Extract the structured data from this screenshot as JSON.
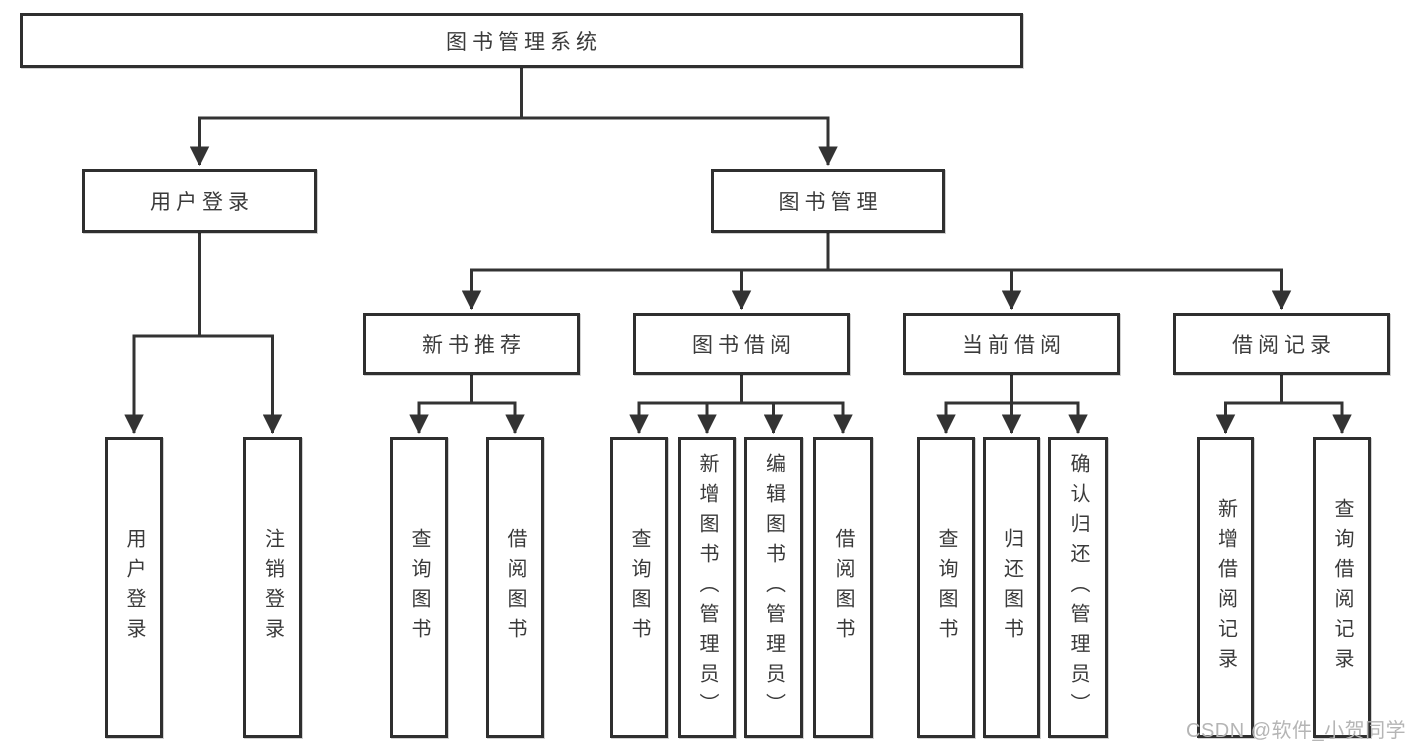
{
  "diagram": {
    "root": {
      "label": "图书管理系统"
    },
    "user_login": {
      "label": "用户登录",
      "children": [
        {
          "label": "用户登录"
        },
        {
          "label": "注销登录"
        }
      ]
    },
    "book_mgmt": {
      "label": "图书管理",
      "children": [
        {
          "label": "新书推荐",
          "children": [
            {
              "label": "查询图书"
            },
            {
              "label": "借阅图书"
            }
          ]
        },
        {
          "label": "图书借阅",
          "children": [
            {
              "label": "查询图书"
            },
            {
              "label": "新增图书（管理员）"
            },
            {
              "label": "编辑图书（管理员）"
            },
            {
              "label": "借阅图书"
            }
          ]
        },
        {
          "label": "当前借阅",
          "children": [
            {
              "label": "查询图书"
            },
            {
              "label": "归还图书"
            },
            {
              "label": "确认归还（管理员）"
            }
          ]
        },
        {
          "label": "借阅记录",
          "children": [
            {
              "label": "新增借阅记录"
            },
            {
              "label": "查询借阅记录"
            }
          ]
        }
      ]
    }
  },
  "watermark": {
    "text": "CSDN @软件_小贺同学"
  },
  "colors": {
    "line": "#333333",
    "box_border": "#2f2f2f",
    "box_fill": "#ffffff",
    "text": "#3a3a3a",
    "watermark": "#b5b5b5"
  }
}
